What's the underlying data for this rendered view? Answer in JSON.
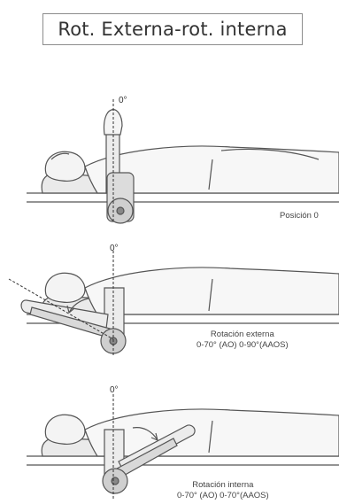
{
  "title": "Rot. Externa-rot. interna",
  "panels": [
    {
      "zero_label": "0°",
      "caption_line1": "Posición 0",
      "caption_line2": ""
    },
    {
      "zero_label": "0°",
      "caption_line1": "Rotación externa",
      "caption_line2": "0-70° (AO) 0-90°(AAOS)"
    },
    {
      "zero_label": "0°",
      "caption_line1": "Rotación interna",
      "caption_line2": "0-70° (AO) 0-70°(AAOS)"
    }
  ]
}
